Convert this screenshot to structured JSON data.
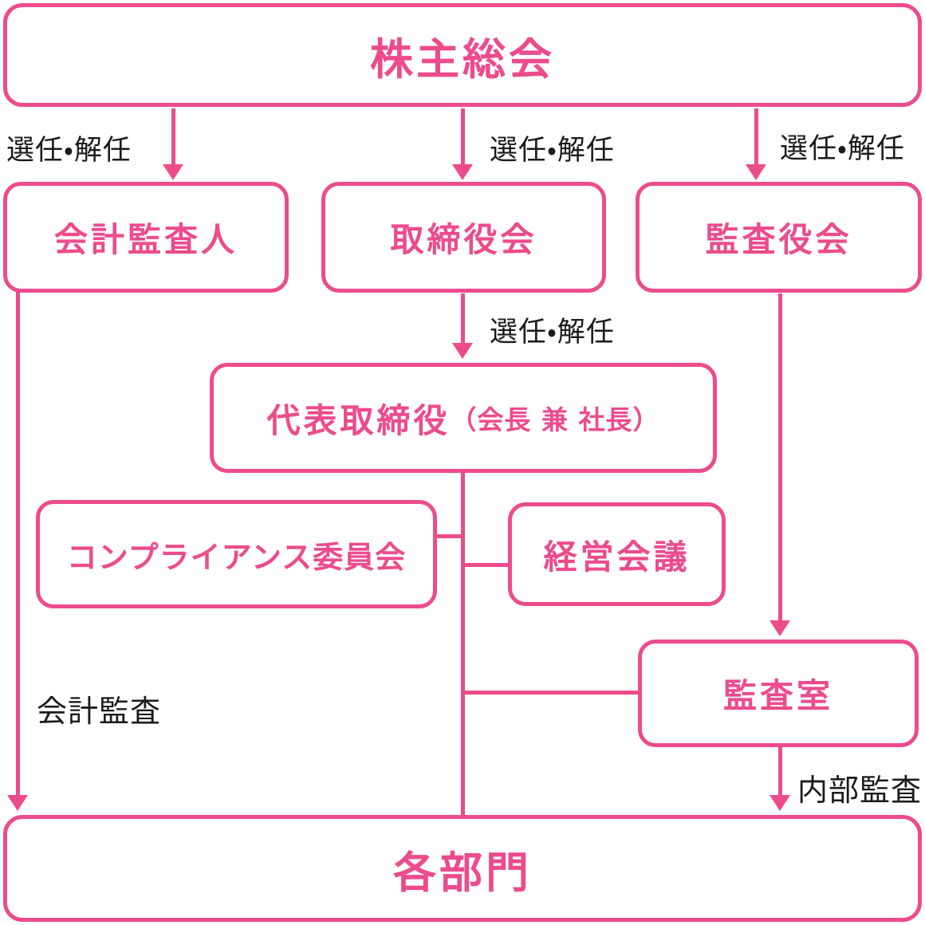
{
  "diagram": {
    "title": "corporate-governance-organization-chart",
    "accent_color": "#EC4B8C",
    "label_color": "#1B1B1B",
    "background_color": "#FFFFFF"
  },
  "nodes": {
    "shareholders_meeting": {
      "label": "株主総会"
    },
    "accounting_auditor": {
      "label": "会計監査人"
    },
    "board_of_directors": {
      "label": "取締役会"
    },
    "audit_and_supervisory_board": {
      "label": "監査役会"
    },
    "representative_director": {
      "label": "代表取締役",
      "sublabel": "（会長 兼 社長）"
    },
    "compliance_committee": {
      "label": "コンプライアンス委員会"
    },
    "management_council": {
      "label": "経営会議"
    },
    "audit_office": {
      "label": "監査室"
    },
    "departments": {
      "label": "各部門"
    }
  },
  "edge_labels": {
    "appointment_dismissal_left": "選任・解任",
    "appointment_dismissal_center": "選任・解任",
    "appointment_dismissal_right": "選任・解任",
    "appointment_dismissal_rep": "選任・解任",
    "accounting_audit": "会計監査",
    "internal_audit": "内部監査"
  }
}
